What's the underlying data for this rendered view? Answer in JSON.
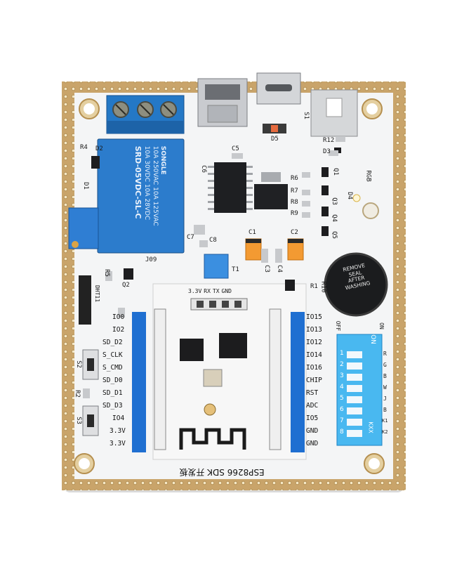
{
  "board": {
    "title_silk": "ESP8266 SDK 开发板",
    "colors": {
      "pcb": "#f4f5f6",
      "gold": "#c9a46a",
      "blue_header": "#1f6fd1",
      "relay": "#2a78c8",
      "dip": "#49b8f0"
    }
  },
  "relay": {
    "brand": "SONGLE",
    "ratings": [
      "10A 250VAC  10A 125VAC",
      "10A 30VDC  10A 28VDC"
    ],
    "model": "SRD-05VDC-SL-C"
  },
  "top_labels": {
    "j09": "J09",
    "d5": "D5",
    "s1": "S1",
    "r12": "R12",
    "d3": "D3",
    "c5": "C5",
    "c6": "C6",
    "c7": "C7",
    "c8": "C8",
    "c1": "C1",
    "c2": "C2",
    "c3": "C3",
    "c4": "C4",
    "r1": "R1",
    "r2": "R2",
    "r4": "R4",
    "r5": "R5",
    "r6": "R6",
    "r7": "R7",
    "r8": "R8",
    "r9": "R9",
    "r10": "R10",
    "d1": "D1",
    "d2": "D2",
    "d4": "D4",
    "q1": "Q1",
    "q2": "Q2",
    "q3": "Q3",
    "q4": "Q4",
    "q5": "Q5",
    "rgb": "RGB",
    "dht": "DHT11",
    "s2": "S2",
    "s3": "S3",
    "t1": "T1"
  },
  "buzzer": {
    "lines": [
      "REMOVE",
      "SEAL",
      "AFTER",
      "WASHING"
    ]
  },
  "module": {
    "header_pins": [
      "3.3V",
      "RX",
      "TX",
      "GND"
    ]
  },
  "left_pins": [
    "IO0",
    "IO2",
    "SD_D2",
    "S_CLK",
    "S_CMD",
    "SD_D0",
    "SD_D1",
    "SD_D3",
    "IO4",
    "3.3V",
    "3.3V"
  ],
  "right_pins": [
    "IO15",
    "IO13",
    "IO12",
    "IO14",
    "IO16",
    "CHIP",
    "RST",
    "ADC",
    "IO5",
    "GND",
    "GND"
  ],
  "dip": {
    "on_label": "ON",
    "off_label": "OFF",
    "numbers": [
      "1",
      "2",
      "3",
      "4",
      "5",
      "6",
      "7",
      "8"
    ],
    "functions": [
      "R",
      "G",
      "B",
      "W",
      "J",
      "B",
      "K1",
      "K2"
    ],
    "kxx": "KXX"
  }
}
